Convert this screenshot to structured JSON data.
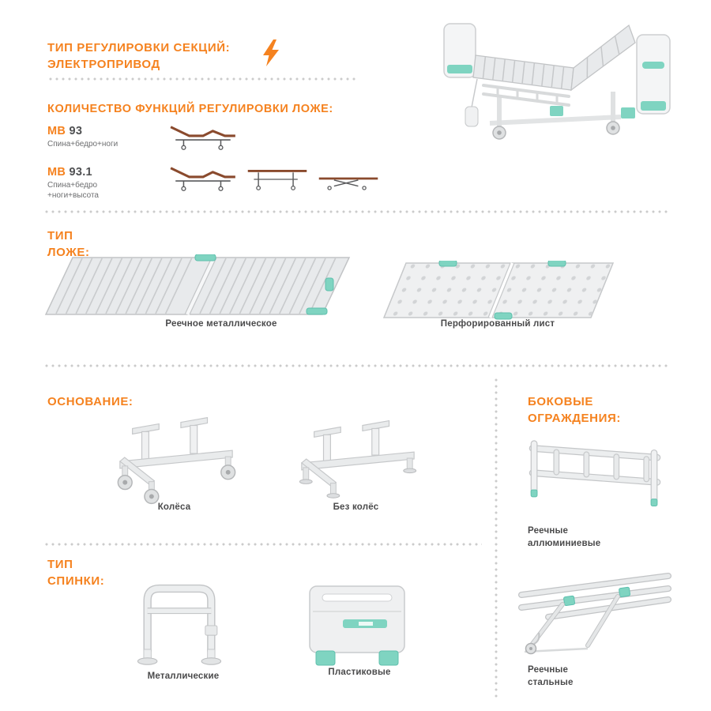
{
  "colors": {
    "accent_orange": "#F5821F",
    "accent_teal": "#7FD4C1",
    "illustration_gray": "#E9EBEC",
    "text_dark": "#4A4A4B"
  },
  "adjustment": {
    "title_line1": "ТИП РЕГУЛИРОВКИ СЕКЦИЙ:",
    "title_line2": "ЭЛЕКТРОПРИВОД",
    "icon": "lightning-icon"
  },
  "functions": {
    "title": "КОЛИЧЕСТВО ФУНКЦИЙ РЕГУЛИРОВКИ ЛОЖЕ:",
    "models": [
      {
        "brand": "МВ",
        "model": "93",
        "desc_line1": "Спина+бедро+ноги"
      },
      {
        "brand": "МВ",
        "model": "93.1",
        "desc_line1": "Спина+бедро",
        "desc_line2": "+ноги+высота"
      }
    ]
  },
  "bed_base": {
    "title_line1": "ТИП",
    "title_line2": "ЛОЖЕ:",
    "option_slatted": "Реечное металлическое",
    "option_perforated": "Перфорированный лист"
  },
  "foundation": {
    "title": "ОСНОВАНИЕ:",
    "option_wheels": "Колёса",
    "option_no_wheels": "Без колёс"
  },
  "side_rails": {
    "title_line1": "БОКОВЫЕ",
    "title_line2": "ОГРАЖДЕНИЯ:",
    "option_aluminum_line1": "Реечные",
    "option_aluminum_line2": "аллюминиевые",
    "option_steel_line1": "Реечные",
    "option_steel_line2": "стальные"
  },
  "headboards": {
    "title_line1": "ТИП",
    "title_line2": "СПИНКИ:",
    "option_metal": "Металлические",
    "option_plastic": "Пластиковые"
  }
}
